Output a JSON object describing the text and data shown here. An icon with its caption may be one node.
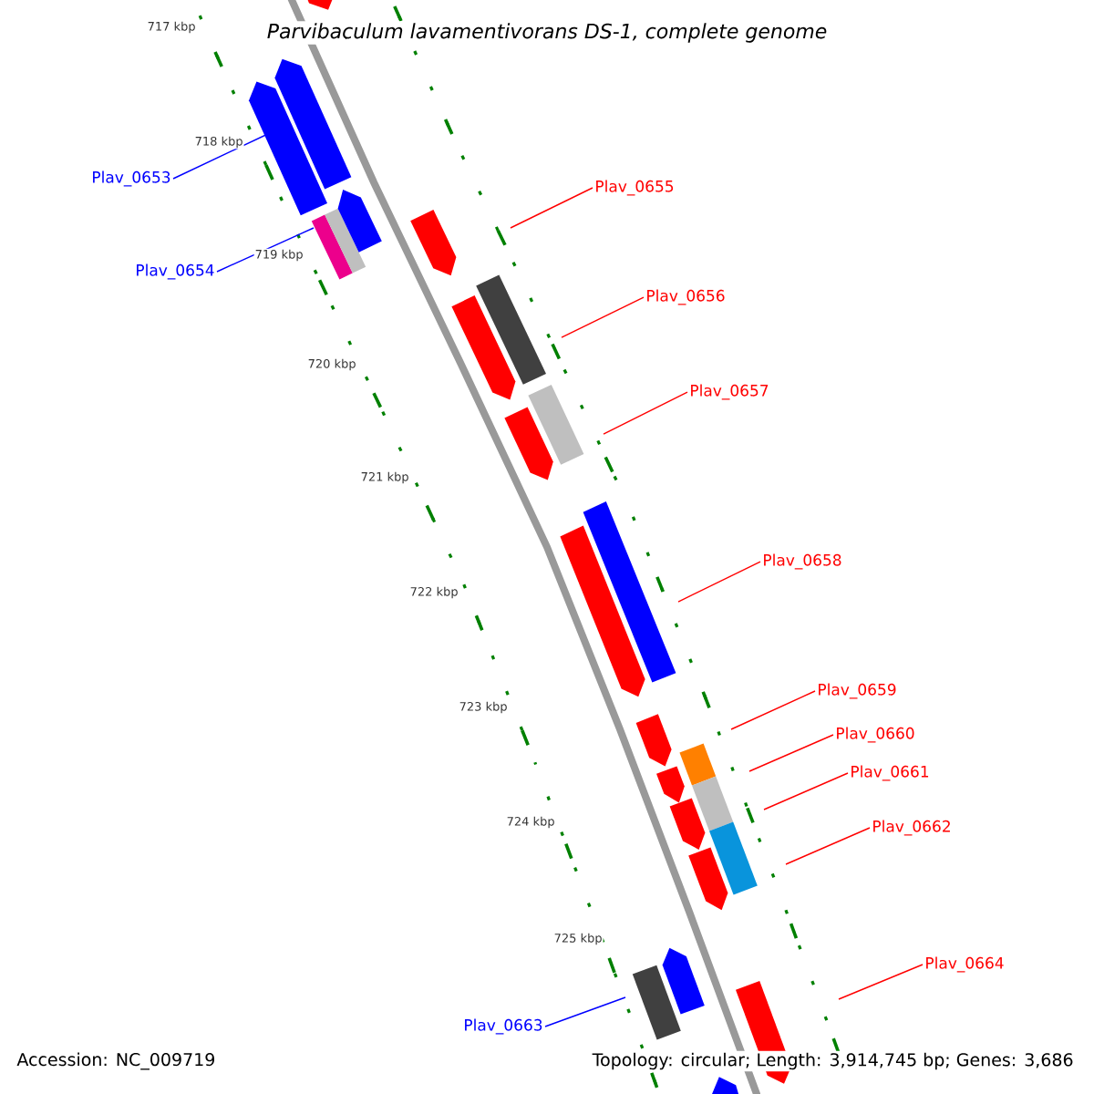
{
  "diagram": {
    "title": "Parvibaculum lavamentivorans DS-1, complete genome",
    "nodes": [
      {
        "text": [
          "Plav_0653"
        ]
      },
      {
        "text": [
          "Plav_0654"
        ]
      },
      {
        "text": [
          "Plav_0655"
        ]
      },
      {
        "text": [
          "Plav_0656"
        ]
      },
      {
        "text": [
          "Plav_0657"
        ]
      },
      {
        "text": [
          "Plav_0658"
        ]
      },
      {
        "text": [
          "Plav_0659"
        ]
      },
      {
        "text": [
          "Plav_0660"
        ]
      },
      {
        "text": [
          "Plav_0661"
        ]
      },
      {
        "text": [
          "Plav_0662"
        ]
      },
      {
        "text": [
          "Plav_0664"
        ]
      },
      {
        "text": [
          "Plav_0663"
        ]
      }
    ],
    "edges": [
      {
        "from": 0,
        "to": null,
        "arrow": "none",
        "color": "#0000ff"
      },
      {
        "from": 1,
        "to": null,
        "arrow": "none",
        "color": "#0000ff"
      },
      {
        "from": 2,
        "to": null,
        "arrow": "none"
      },
      {
        "from": 3,
        "to": null,
        "arrow": "none"
      },
      {
        "from": 4,
        "to": null,
        "arrow": "none"
      },
      {
        "from": 5,
        "to": null,
        "arrow": "none"
      },
      {
        "from": 6,
        "to": null,
        "arrow": "none"
      },
      {
        "from": 7,
        "to": null,
        "arrow": "none"
      },
      {
        "from": 8,
        "to": null,
        "arrow": "none"
      },
      {
        "from": 9,
        "to": null,
        "arrow": "none"
      },
      {
        "from": 10,
        "to": null,
        "arrow": "none"
      },
      {
        "from": 11,
        "to": null,
        "arrow": "none",
        "color": "#0000ff"
      }
    ],
    "labels": [
      "717 kbp",
      "718 kbp",
      "719 kbp",
      "720 kbp",
      "721 kbp",
      "722 kbp",
      "723 kbp",
      "724 kbp",
      "725 kbp",
      "Accession: NC_009719",
      "Topology: circular; Length: 3,914,745 bp; Genes: 3,686"
    ]
  }
}
